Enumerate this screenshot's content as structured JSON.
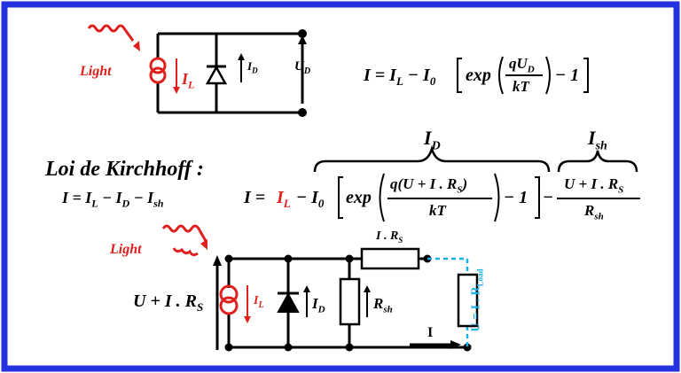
{
  "colors": {
    "border": "#2431e0",
    "red": "#e0201c",
    "blue": "#1ab0e8",
    "black": "#000000"
  },
  "top_circuit": {
    "light_label": "Light",
    "source_current": "I",
    "source_current_sub": "L",
    "diode_current": "I",
    "diode_current_sub": "D",
    "voltage": "U",
    "voltage_sub": "D"
  },
  "equation_top": {
    "lhs": "I = I",
    "lhs_sub": "L",
    "minus_i0": " − I",
    "i0_sub": "0",
    "exp": "exp",
    "num": "qU",
    "num_sub": "D",
    "den": "kT",
    "tail": "− 1"
  },
  "kirchhoff": {
    "title": "Loi de Kirchhoff :",
    "eq_i": "I = I",
    "eq_sub_l": "L",
    "eq_mid": " − I",
    "eq_sub_d": "D",
    "eq_mid2": " − I",
    "eq_sub_sh": "sh"
  },
  "brace_labels": {
    "id": "I",
    "id_sub": "D",
    "ish": "I",
    "ish_sub": "sh"
  },
  "equation_full": {
    "i_eq": "I =",
    "il": "I",
    "il_sub": "L",
    "minus_i0": "− I",
    "i0_sub": "0",
    "exp": "exp",
    "num": "q(U + I . R",
    "num_sub": "S",
    "num_end": ")",
    "den": "kT",
    "minus_one": "− 1",
    "frac2_num": "U + I . R",
    "frac2_num_sub": "S",
    "frac2_den": "R",
    "frac2_den_sub": "sh",
    "minus": "−"
  },
  "bottom_circuit": {
    "light_label": "Light",
    "voltage": "U + I . R",
    "voltage_sub": "S",
    "source_current": "I",
    "source_current_sub": "L",
    "diode_current": "I",
    "diode_current_sub": "D",
    "rsh": "R",
    "rsh_sub": "sh",
    "rs_label": "I . R",
    "rs_label_sub": "S",
    "output_current": "I",
    "load_label": "U = I . R",
    "load_label_sub": "Load"
  }
}
